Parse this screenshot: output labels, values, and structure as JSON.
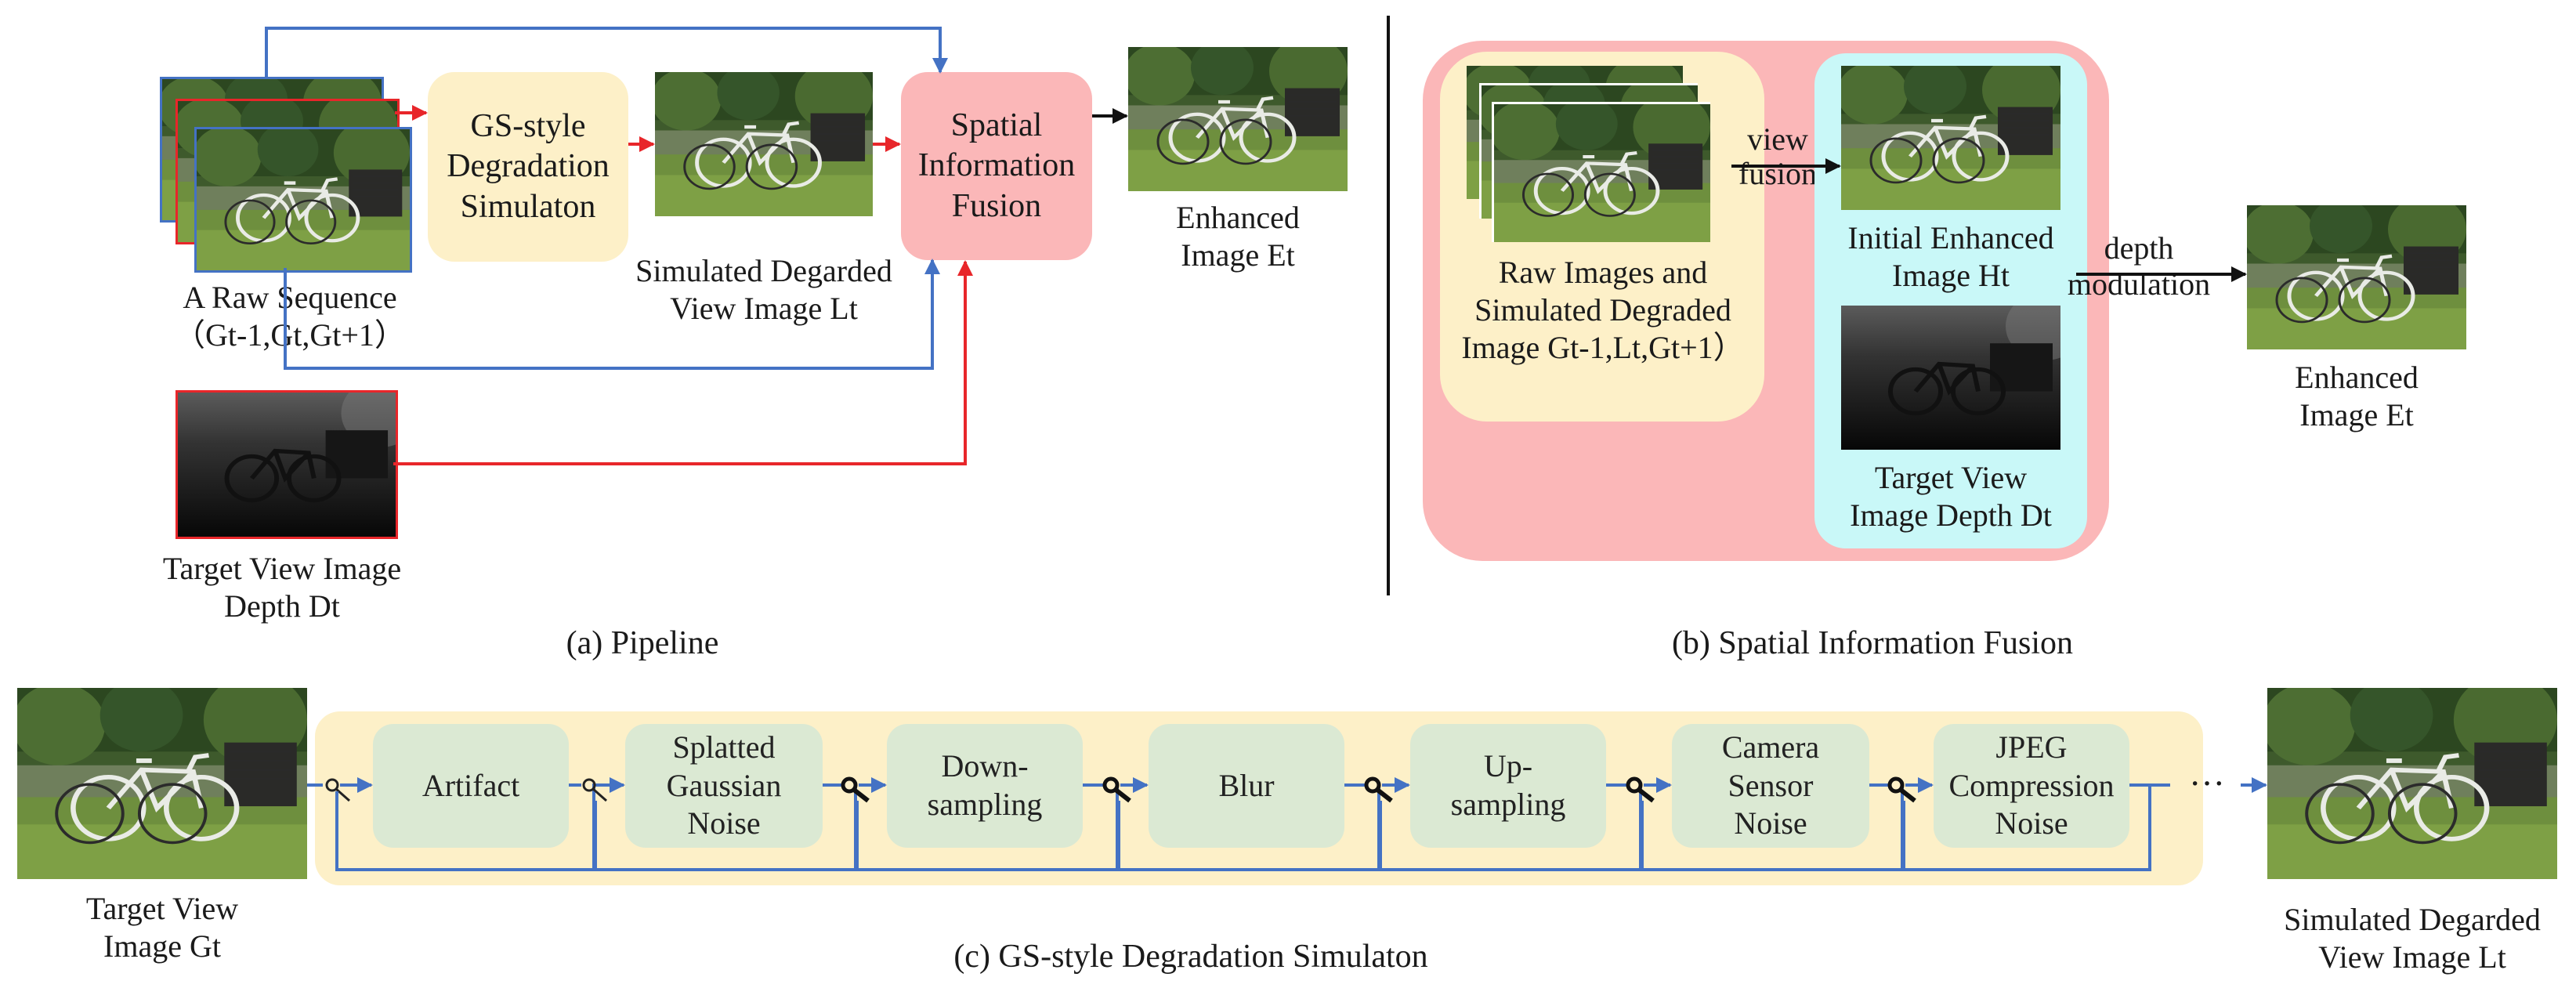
{
  "colors": {
    "blue_arrow": "#4472c4",
    "red_arrow": "#e8262a",
    "simulator_fill": "#fdf0c8",
    "fusion_fill": "#fbb7b8",
    "cyan_fill": "#c9f8f8",
    "stage_fill": "#dbe9d3",
    "pipeline_strip_fill": "#fdf0c8"
  },
  "icons": [
    "bicycle-photo",
    "depth-map",
    "switch-icon",
    "ellipsis"
  ],
  "pipeline": {
    "caption": "(a) Pipeline",
    "raw_sequence_label": "A Raw Sequence\n（Gt-1,Gt,Gt+1）",
    "depth_label": "Target View Image\nDepth Dt",
    "simulator_label": "GS-style\nDegradation\nSimulaton",
    "simulated_label": "Simulated Degarded\nView Image Lt",
    "fusion_label": "Spatial\nInformation\nFusion",
    "enhanced_label": "Enhanced\nImage Et"
  },
  "fusion": {
    "caption": "(b) Spatial Information Fusion",
    "raw_images_label": "Raw Images and\nSimulated Degraded\nImage Gt-1,Lt,Gt+1）",
    "view_fusion_label": "view\nfusion",
    "initial_label": "Initial Enhanced\nImage Ht",
    "depth_modulation_label": "depth\nmodulation",
    "target_depth_label": "Target View\nImage Depth Dt",
    "enhanced_label": "Enhanced\nImage Et"
  },
  "simulator": {
    "caption": "(c) GS-style Degradation Simulaton",
    "input_label": "Target View\nImage Gt",
    "output_label": "Simulated Degarded\nView Image Lt",
    "ellipsis": "···",
    "stages": [
      "Artifact",
      "Splatted\nGaussian\nNoise",
      "Down-\nsampling",
      "Blur",
      "Up-\nsampling",
      "Camera\nSensor\nNoise",
      "JPEG\nCompression\nNoise"
    ]
  }
}
